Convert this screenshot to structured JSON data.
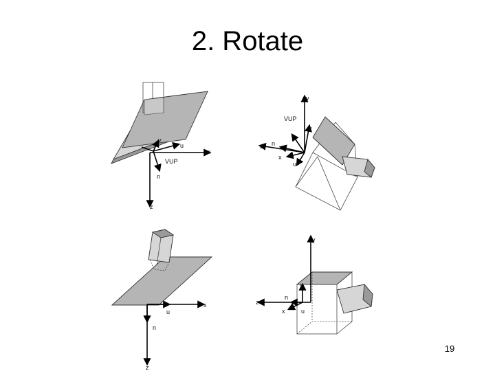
{
  "slide": {
    "title": "2. Rotate",
    "page_number": "19"
  },
  "panels": {
    "top_left": {
      "x": "x",
      "z": "z",
      "n": "n",
      "u": "u",
      "v": "v",
      "vup": "VUP"
    },
    "top_right": {
      "y": "y",
      "vup": "VUP",
      "v": "v",
      "z": "z",
      "n": "n",
      "x": "x",
      "u": "u"
    },
    "bottom_left": {
      "x": "x",
      "u": "u",
      "n": "n",
      "z": "z"
    },
    "bottom_right": {
      "y": "y",
      "v": "v",
      "z": "z",
      "n": "n",
      "x": "x",
      "u": "u"
    }
  },
  "colors": {
    "background": "#ffffff",
    "plane": "#b5b5b5",
    "axis": "#000000"
  }
}
